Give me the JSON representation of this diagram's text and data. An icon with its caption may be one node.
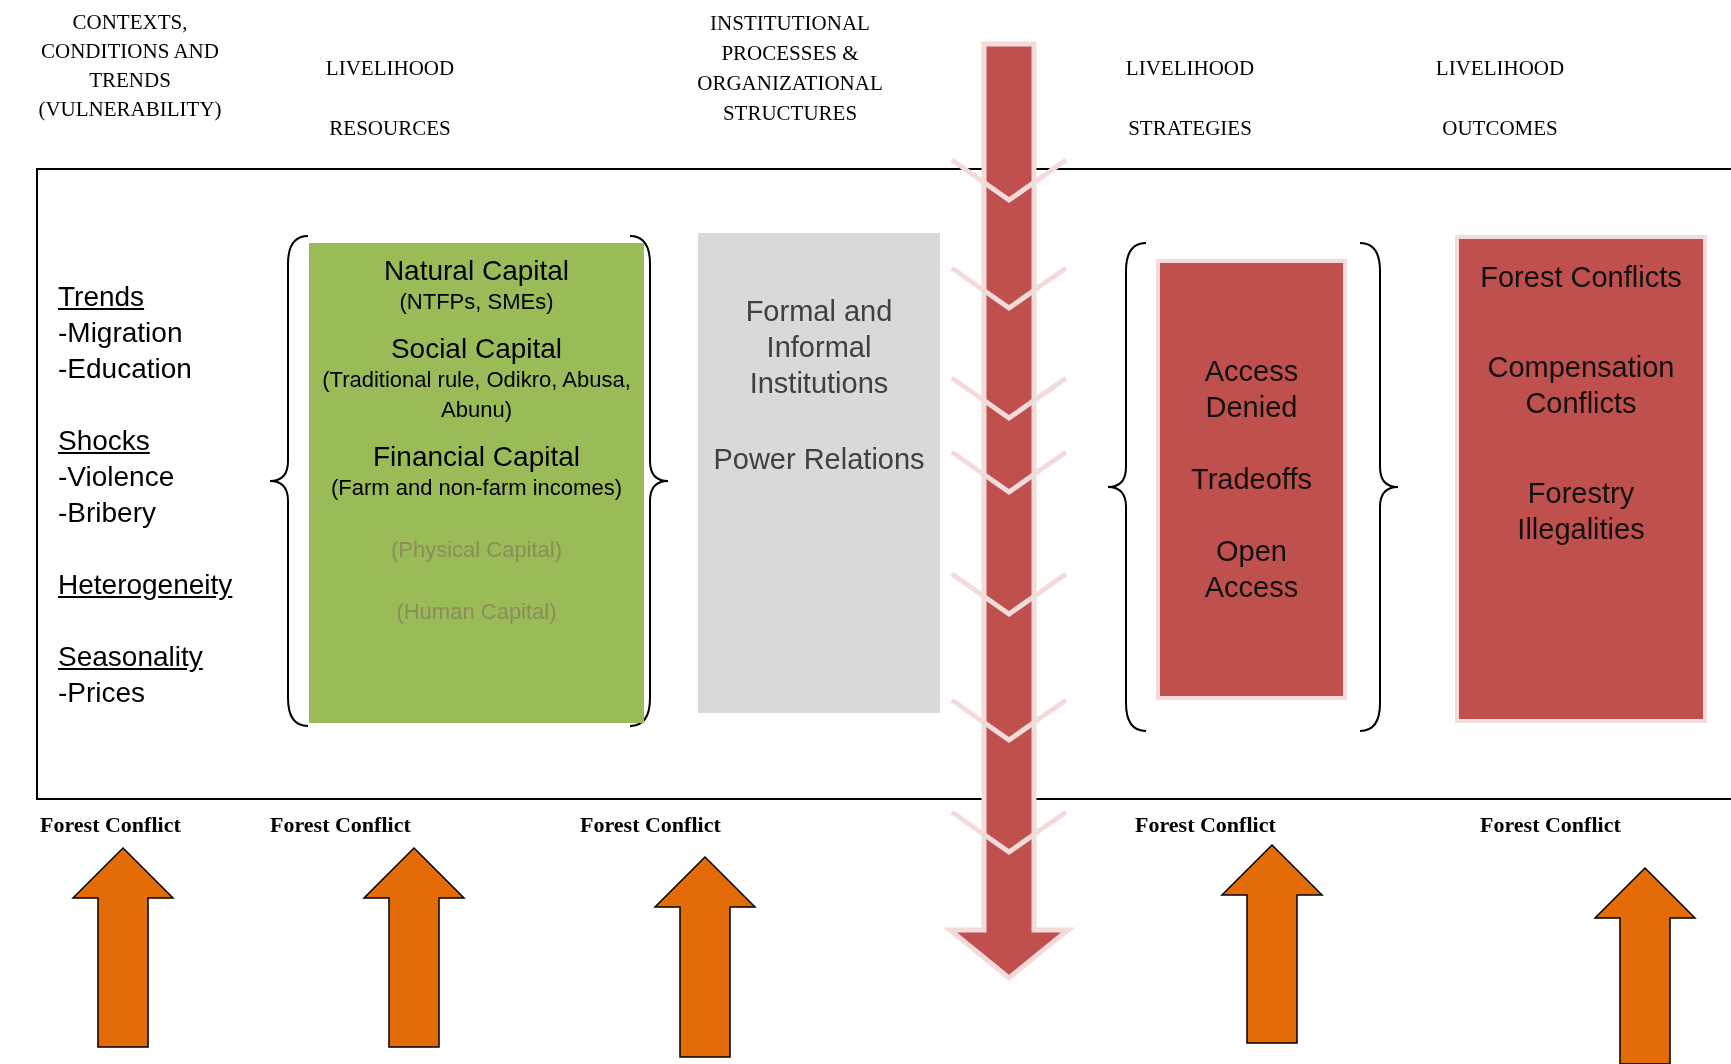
{
  "diagram": {
    "nodes": [
      {
        "text": [
          "Natural Capital",
          "(NTFPs, SMEs)",
          "Social Capital",
          "(Traditional rule, Odikro, Abusa, Abunu)",
          "Financial Capital",
          "(Farm and non-farm incomes)",
          "(Physical Capital)",
          "(Human Capital)"
        ]
      },
      {
        "text": [
          "Formal and Informal Institutions",
          "Power Relations"
        ]
      },
      {
        "text": [
          "Access Denied",
          "Tradeoffs",
          "Open Access"
        ]
      },
      {
        "text": [
          "Forest Conflicts",
          "Compensation Conflicts",
          "Forestry Illegalities"
        ]
      }
    ],
    "labels": [
      "CONTEXTS, CONDITIONS AND TRENDS (VULNERABILITY)",
      "LIVELIHOOD RESOURCES",
      "INSTITUTIONAL PROCESSES & ORGANIZATIONAL STRUCTURES",
      "LIVELIHOOD STRATEGIES",
      "LIVELIHOOD OUTCOMES",
      "Trends",
      "-Migration",
      "-Education",
      "Shocks",
      "-Violence",
      "-Bribery",
      "Heterogeneity",
      "Seasonality",
      "-Prices",
      "Forest Conflict",
      "Forest Conflict",
      "Forest Conflict",
      "Forest Conflict",
      "Forest Conflict"
    ]
  }
}
